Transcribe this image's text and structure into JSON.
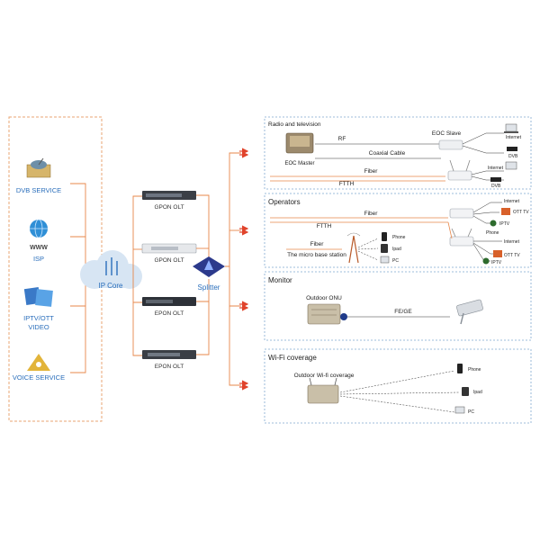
{
  "services": {
    "dvb": "DVB SERVICE",
    "isp_www": "WWW",
    "isp": "ISP",
    "iptv_line1": "IPTV/OTT",
    "iptv_line2": "VIDEO",
    "voice": "VOICE SERVICE"
  },
  "core": {
    "label": "IP Core"
  },
  "olts": [
    "GPON OLT",
    "GPON OLT",
    "EPON OLT",
    "EPON OLT"
  ],
  "splitter": {
    "label": "Splitter"
  },
  "panels": {
    "radio": {
      "title": "Radio and television",
      "rf": "RF",
      "eoc_slave": "EOC Slave",
      "coaxial": "Coaxial Cable",
      "eoc_master": "EOC Master",
      "fiber": "Fiber",
      "ftth": "FTTH",
      "internet1": "Internet",
      "dvb": "DVB",
      "internet2": "Internet",
      "dvb2": "DVB"
    },
    "operators": {
      "title": "Operators",
      "fiber1": "Fiber",
      "ftth": "FTTH",
      "fiber2": "Fiber",
      "base_station": "The micro base station",
      "phone": "Phone",
      "ipad": "Ipad",
      "pc": "PC",
      "internet_top": "Internet",
      "ott_tv_top": "OTT TV",
      "iptv_top": "IPTV",
      "phone_right": "Phone",
      "internet_bot": "Internet",
      "ott_tv_bot": "OTT TV",
      "iptv_bot": "IPTV"
    },
    "monitor": {
      "title": "Monitor",
      "onu": "Outdoor ONU",
      "link": "FE/GE"
    },
    "wifi": {
      "title": "Wi-Fi coverage",
      "outdoor": "Outdoor Wi-fi coverage",
      "phone": "Phone",
      "ipad": "Ipad",
      "pc": "PC"
    }
  },
  "colors": {
    "border_orange": "#e8a673",
    "panel_border": "#7fa8cf",
    "line_orange": "#e7874a",
    "blue_label": "#2a6ebb",
    "red_arrow": "#e0432b"
  }
}
